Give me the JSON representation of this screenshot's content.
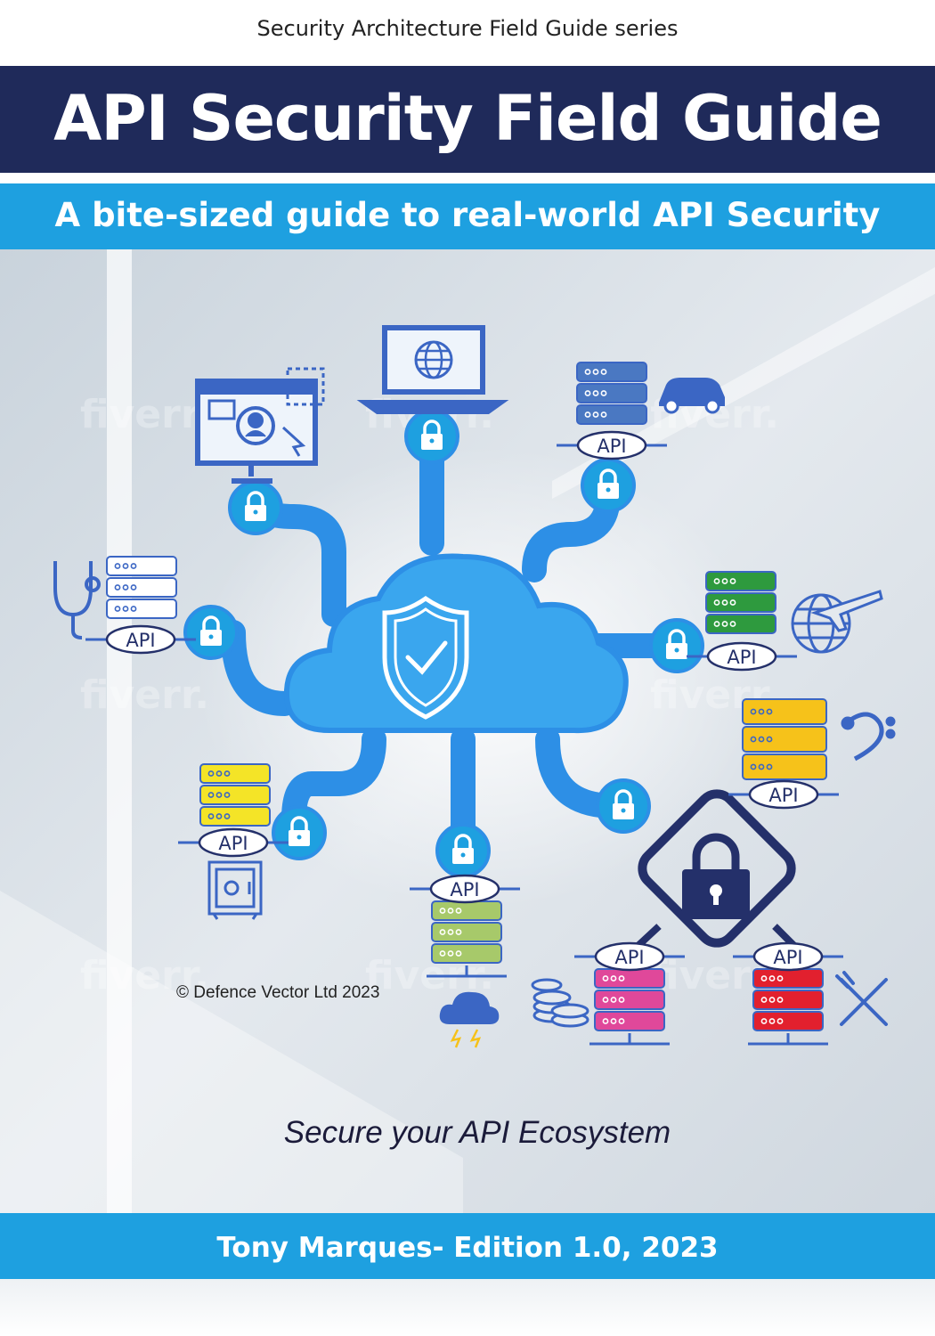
{
  "cover": {
    "series": "Security Architecture Field Guide series",
    "title": "API Security Field Guide",
    "subtitle": "A bite-sized guide to real-world API Security",
    "copyright": "© Defence Vector Ltd 2023",
    "tagline": "Secure your API Ecosystem",
    "author_edition": "Tony Marques- Edition 1.0, 2023",
    "api_label": "API",
    "watermark": "fiverr."
  },
  "colors": {
    "title_band": "#1f2a5a",
    "accent_band": "#1ea0e0",
    "pipe": "#2d8fe6",
    "cloud": "#3aa6ee",
    "navy": "#24306a",
    "server_blue": "#4a78c2",
    "server_white": "#ffffff",
    "server_green": "#2e9a3e",
    "server_yellow": "#f6c21a",
    "server_lightyellow": "#f4e427",
    "server_lightgreen": "#a7c96a",
    "server_pink": "#e0489a",
    "server_red": "#e2202e"
  },
  "icons": [
    "monitor-user-icon",
    "laptop-globe-icon",
    "car-icon",
    "stethoscope-icon",
    "globe-plane-icon",
    "bass-clef-icon",
    "safe-icon",
    "storm-cloud-icon",
    "coins-icon",
    "fork-knife-icon",
    "shield-check-icon",
    "padlock-icon"
  ]
}
